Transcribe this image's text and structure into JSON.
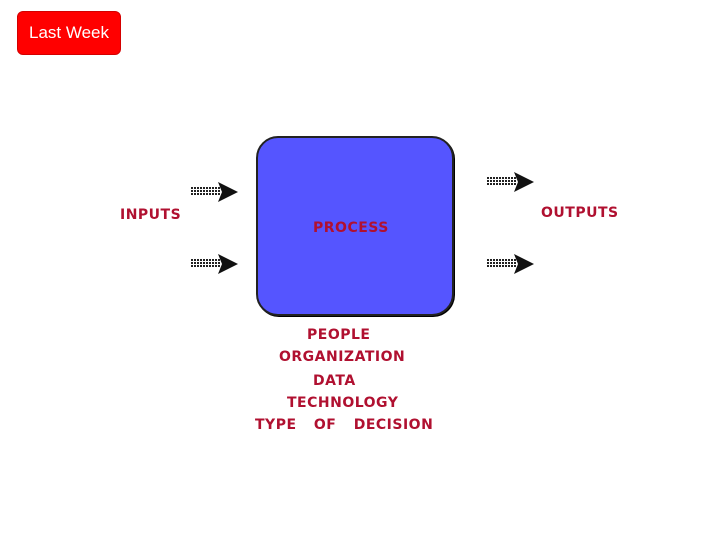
{
  "badge": {
    "label": "Last Week",
    "color": "#ff0000"
  },
  "diagram": {
    "inputs_label": "INPUTS",
    "process_label": "PROCESS",
    "outputs_label": "OUTPUTS",
    "factors": [
      "PEOPLE",
      "ORGANIZATION",
      "DATA",
      "TECHNOLOGY",
      "TYPE OF DECISION"
    ],
    "process_color": "#5555ff",
    "label_color": "#b01030"
  }
}
